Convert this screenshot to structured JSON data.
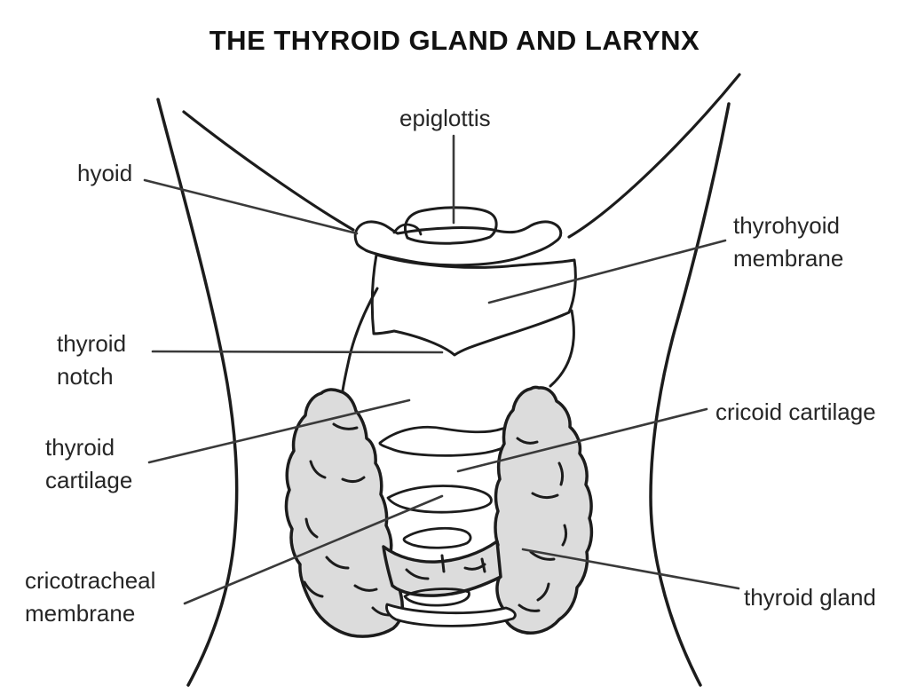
{
  "title": "THE THYROID GLAND AND LARYNX",
  "labels": {
    "epiglottis": "epiglottis",
    "hyoid": "hyoid",
    "thyrohyoid_membrane": "thyrohyoid\nmembrane",
    "thyroid_notch": "thyroid\nnotch",
    "thyroid_cartilage": "thyroid\ncartilage",
    "cricoid_cartilage": "cricoid cartilage",
    "cricotracheal_membrane": "cricotracheal\nmembrane",
    "thyroid_gland": "thyroid gland"
  },
  "colors": {
    "ink": "#1c1c1c",
    "leader": "#3a3a3a",
    "gland_fill": "#dcdcdc",
    "membrane_fill": "#dcdcdc",
    "paper": "#ffffff",
    "label_color": "#262626"
  }
}
